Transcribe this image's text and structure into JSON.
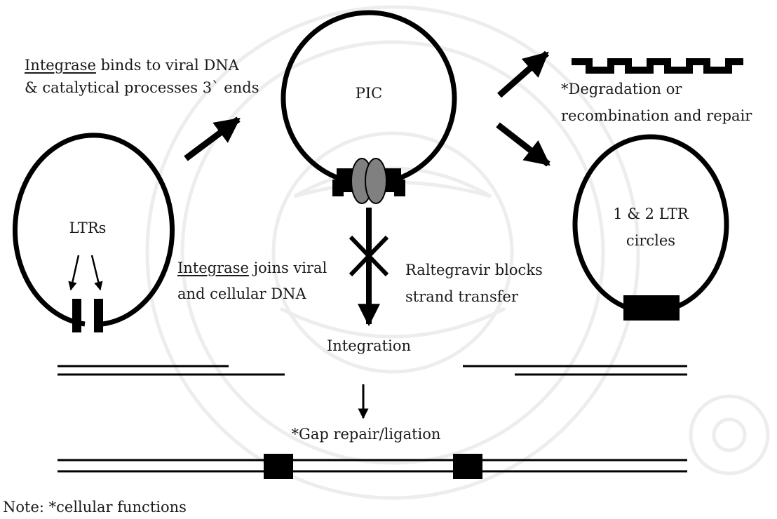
{
  "colors": {
    "ink": "#000000",
    "text": "#1a1a1a",
    "integrase_protein": "#808080",
    "watermark": "#ededed"
  },
  "labels": {
    "integrase_binds_word": "Integrase",
    "integrase_binds_rest": " binds to viral DNA",
    "integrase_binds_line2": "& catalytical processes 3` ends",
    "pic": "PIC",
    "degradation_line1": "*Degradation or",
    "degradation_line2": "recombination and repair",
    "ltrs": "LTRs",
    "ltr_circles_line1": "1 & 2 LTR",
    "ltr_circles_line2": "circles",
    "integrase_joins_word": "Integrase",
    "integrase_joins_rest": " joins viral",
    "integrase_joins_line2": "and cellular DNA",
    "raltegravir_line1": "Raltegravir blocks",
    "raltegravir_line2": "strand transfer",
    "integration": "Integration",
    "gap_repair": "*Gap repair/ligation",
    "note": "Note: *cellular functions"
  }
}
